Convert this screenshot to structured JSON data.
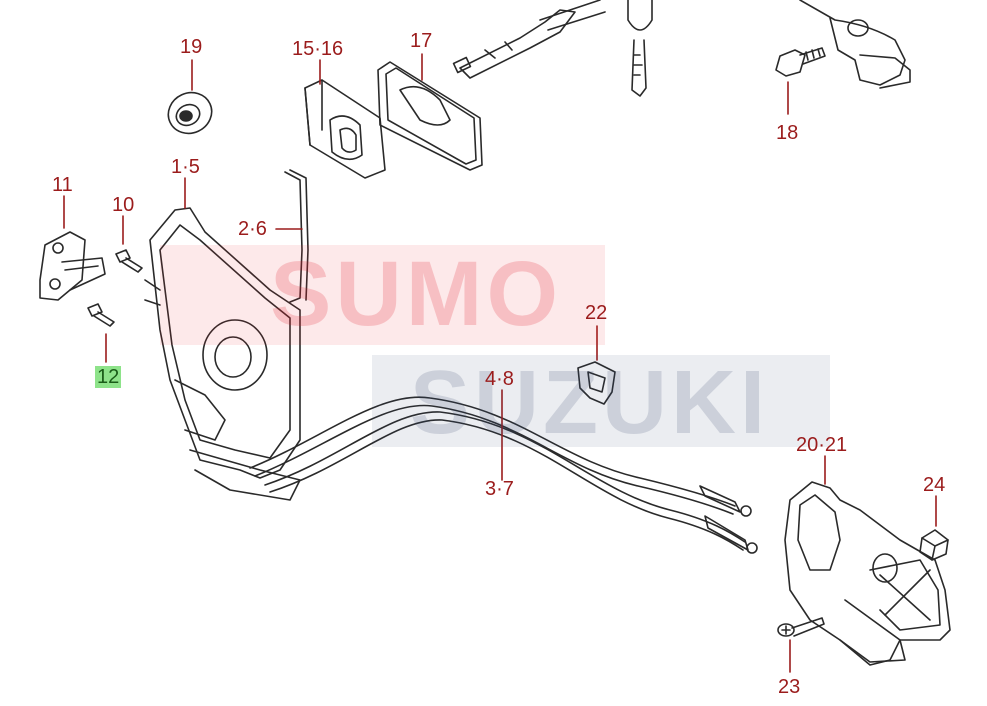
{
  "watermark": {
    "line1": "SUMO",
    "line2": "SUZUKI",
    "color1": "#e31e2b",
    "color2": "#2f4166"
  },
  "highlight_color": "#8ee38a",
  "label_color": "#9b1c1c",
  "callouts": {
    "c19": "19",
    "c15_16": "15·16",
    "c17": "17",
    "c18": "18",
    "c11": "11",
    "c1_5": "1·5",
    "c10": "10",
    "c2_6": "2·6",
    "c12": "12",
    "c22": "22",
    "c4_8": "4·8",
    "c3_7": "3·7",
    "c20_21": "20·21",
    "c24": "24",
    "c23": "23"
  }
}
